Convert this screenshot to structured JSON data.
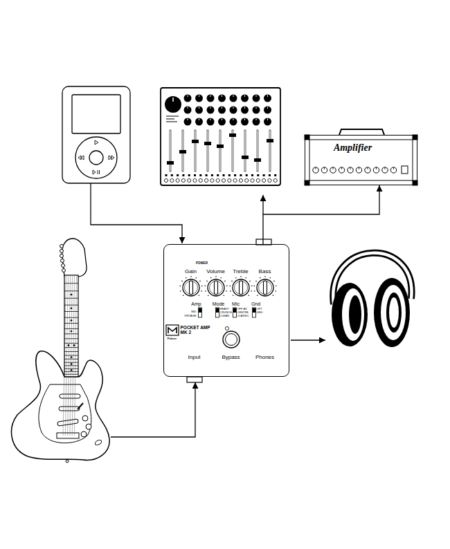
{
  "diagram": {
    "nodes": [
      {
        "text": [
          "Amplifier"
        ]
      },
      {
        "text": [
          "POWER",
          "Gain",
          "Volume",
          "Treble",
          "Bass",
          "Amp",
          "Mode",
          "Mic",
          "Gnd",
          "MID",
          "VINTAGE",
          "HEAVY",
          "CRUNCH",
          "CLEAN",
          "OFF AX",
          "CENTRE",
          "CLASSIC",
          "LIFT",
          "GND",
          "POCKET AMP MK 2",
          "Palmer",
          "Input",
          "Bypass",
          "Phones"
        ]
      }
    ],
    "edges": [
      {
        "from": 1,
        "to": 0,
        "arrow": "to"
      }
    ]
  }
}
